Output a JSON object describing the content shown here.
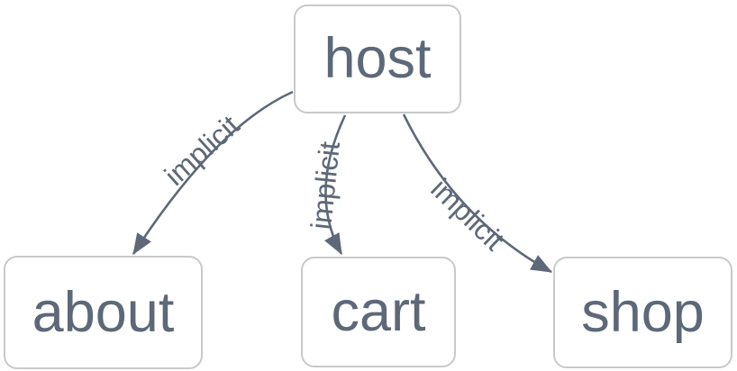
{
  "graph": {
    "background_color": "#ffffff",
    "node_border_color": "#c8c9cb",
    "node_fill_color": "#ffffff",
    "node_text_color": "#5d6878",
    "edge_color": "#5d6878",
    "nodes": [
      {
        "id": "host",
        "label": "host"
      },
      {
        "id": "about",
        "label": "about"
      },
      {
        "id": "cart",
        "label": "cart"
      },
      {
        "id": "shop",
        "label": "shop"
      }
    ],
    "edges": [
      {
        "from": "host",
        "to": "about",
        "label": "implicit"
      },
      {
        "from": "host",
        "to": "cart",
        "label": "implicit"
      },
      {
        "from": "host",
        "to": "shop",
        "label": "implicit"
      }
    ]
  }
}
